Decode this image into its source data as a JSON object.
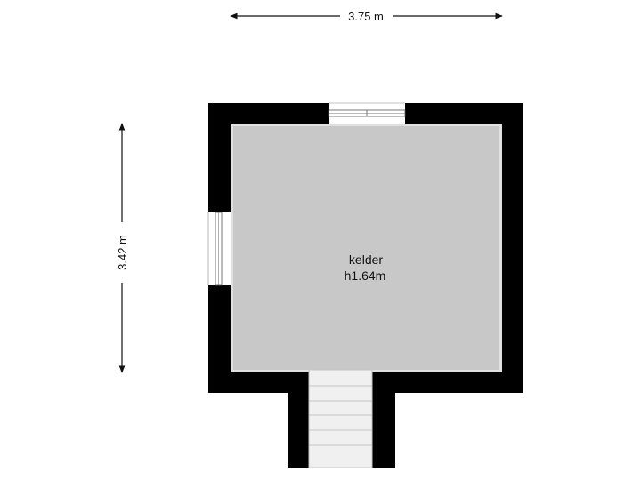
{
  "plan": {
    "width_dimension": "3.75 m",
    "depth_dimension": "3.42 m",
    "room": {
      "name": "kelder",
      "height": "h1.64m"
    },
    "colors": {
      "wall": "#000000",
      "floor": "#c8c8c8",
      "floor_edge": "#e0e0e0",
      "stair": "#f0f0f0",
      "stair_edge": "#c4c4c4",
      "window": "#ffffff",
      "dimension_line": "#111111"
    }
  }
}
